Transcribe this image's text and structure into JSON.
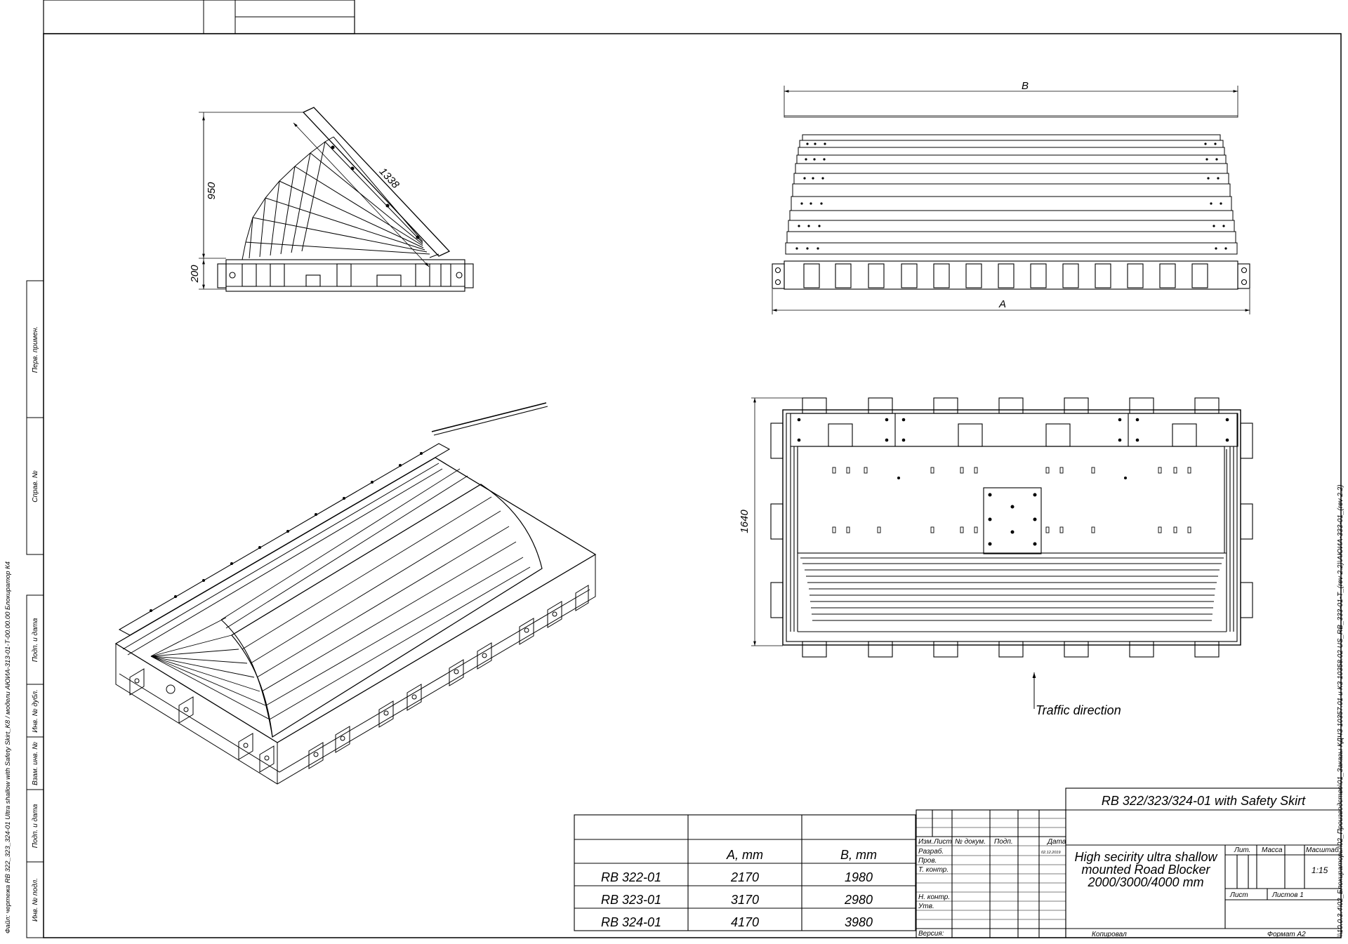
{
  "side_view": {
    "dim_height_flap": "950",
    "dim_height_base": "200",
    "dim_flap_length": "1338"
  },
  "front_view": {
    "dim_b": "B",
    "dim_a": "A"
  },
  "plan_view": {
    "dim_depth": "1640",
    "traffic_label": "Traffic direction"
  },
  "dimension_table": {
    "headers": [
      "",
      "A, mm",
      "B, mm"
    ],
    "rows": [
      {
        "model": "RB 322-01",
        "a": "2170",
        "b": "1980"
      },
      {
        "model": "RB 323-01",
        "a": "3170",
        "b": "2980"
      },
      {
        "model": "RB 324-01",
        "a": "4170",
        "b": "3980"
      }
    ]
  },
  "title_block": {
    "designation": "RB 322/323/324-01 with Safety Skirt",
    "name_line1": "High secirity ultra shallow",
    "name_line2": "mounted Road Blocker",
    "name_line3": "2000/3000/4000 mm",
    "col_izm": "Изм.",
    "col_list": "Лист",
    "col_doc": "№ докум.",
    "col_sign": "Подп.",
    "col_date": "Дата",
    "date_value": "02.12.2019",
    "row_razrab": "Разраб.",
    "row_prov": "Пров.",
    "row_tkontr": "Т. контр.",
    "row_nkontr": "Н. контр.",
    "row_utv": "Утв.",
    "lit_label": "Лит.",
    "mass_label": "Масса",
    "scale_label": "Масштаб",
    "scale_value": "1:15",
    "sheet_label": "Лист",
    "sheets_label": "Листов 1",
    "version_label": "Версия:",
    "copied_label": "Копировал",
    "format_label": "Формат A2"
  },
  "left_strip": {
    "perv_primen": "Перв. примен.",
    "sprav_no": "Справ. №",
    "podp_data_1": "Подп. и дата",
    "inv_dubl": "Инв. № дубл.",
    "vzam_inv": "Взам. инв. №",
    "podp_data_2": "Подп. и дата",
    "inv_podl": "Инв. № подл.",
    "file_path": "Файл: чертежа RB 322_323_324-01 Ultra shallow with Safety Skirt_K8 / модели АЮИА-313-01-Т-00.00.00 Блокиратор К4"
  },
  "right_path": "\\\\10.0.3.4\\02_Блокираторы\\02_Производство\\01_Заказы КДЧЗ 10357.01 и КЗ 10358.02 US_RB_333-01-Т_(rev 2.2)\\АЮИА-333-01_(rev 2.2)"
}
